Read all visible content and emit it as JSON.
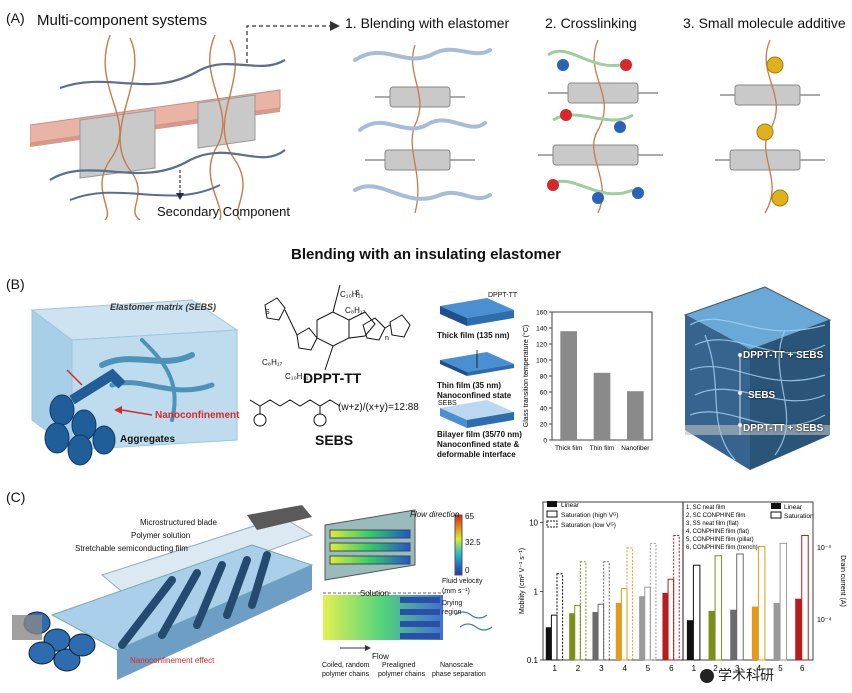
{
  "panelA": {
    "label": "(A)",
    "title": "Multi-component systems",
    "secondary": "Secondary Component",
    "step1": "1. Blending with elastomer",
    "step2": "2. Crosslinking",
    "step3": "3. Small molecule additive"
  },
  "heading": "Blending with an insulating elastomer",
  "panelB": {
    "label": "(B)",
    "matrix": "Elastomer matrix (SEBS)",
    "nanoconfinement": "Nanoconfinement",
    "aggregates": "Aggregates",
    "dppt": "DPPT-TT",
    "sebs": "SEBS",
    "ratio": "(w+z)/(x+y)=12:88",
    "c10": "C₁₀H₂₁",
    "c8": "C₈H₁₇",
    "film_dppt_label": "DPPT-TT",
    "film1": "Thick film (135 nm)",
    "film2a": "Thin film (35 nm)",
    "film2b": "Nanoconfined state",
    "film3_tag": "SEBS",
    "film3a": "Bilayer film (35/70 nm)",
    "film3b": "Nanoconfined state &",
    "film3c": "deformable interface",
    "cube1": "DPPT-TT + SEBS",
    "cube2": "SEBS",
    "cube3": "DPPT-TT + SEBS"
  },
  "panelC": {
    "label": "(C)",
    "blade": "Microstructured blade",
    "solution": "Polymer solution",
    "film": "Stretchable semiconducting film",
    "effect": "Nanoconfinement effect",
    "flowdir": "Flow direction",
    "cb65": "65",
    "cb32": "32.5",
    "cb0": "0",
    "fluid1": "Fluid velocity",
    "fluid2": "(mm s⁻¹)",
    "solution2": "Solution",
    "drying1": "Drying",
    "drying2": "region",
    "flow": "Flow",
    "cap1a": "Coiled, random",
    "cap1b": "polymer chains",
    "cap2a": "Prealigned",
    "cap2b": "polymer chains",
    "cap3a": "Nanoscale",
    "cap3b": "phase separation"
  },
  "watermark": "学术科研",
  "chart_data": [
    {
      "type": "bar",
      "title": "",
      "xlabel": "",
      "ylabel": "Glass transition temperature (°C)",
      "categories": [
        "Thick film",
        "Thin film",
        "Nanofiber"
      ],
      "values": [
        136,
        84,
        61
      ],
      "ylim": [
        0,
        160
      ],
      "yticks": [
        0,
        20,
        40,
        60,
        80,
        100,
        120,
        140,
        160
      ],
      "grid": false,
      "color": "#8a8a8a"
    },
    {
      "type": "bar",
      "title": "",
      "xlabel": "",
      "ylabel": "Mobility (cm² V⁻¹ s⁻¹)",
      "ylabel_right": "Drain current (A)",
      "yscale": "log",
      "ylim": [
        0.1,
        20
      ],
      "ytick_labels": [
        "0.1",
        "1",
        "10"
      ],
      "right_tick_labels": [
        "10⁻⁴",
        "10⁻³"
      ],
      "categories": [
        "1",
        "2",
        "3",
        "4",
        "5",
        "6"
      ],
      "colors": [
        "#111111",
        "#7d8f1a",
        "#6b6b6b",
        "#e39a1e",
        "#9a9a9a",
        "#b71c1c"
      ],
      "legend_left": [
        "Linear",
        "Saturation (high Vᴳ)",
        "Saturation (low Vᴳ)"
      ],
      "legend_mid": [
        "1, SC neat film",
        "2, SC CONPHINE film",
        "3, SS neat film (flat)",
        "4, CONPHINE film (flat)",
        "5, CONPHINE film (pillar)",
        "6, CONPHINE film (trench)"
      ],
      "legend_right": [
        "Linear",
        "Saturation"
      ],
      "series": [
        {
          "name": "Linear",
          "values": [
            0.3,
            0.48,
            0.5,
            0.68,
            0.85,
            0.95
          ]
        },
        {
          "name": "Saturation (high Vᴳ)",
          "values": [
            0.45,
            0.62,
            0.65,
            1.1,
            1.15,
            1.5
          ]
        },
        {
          "name": "Saturation (low Vᴳ)",
          "values": [
            1.8,
            2.7,
            2.7,
            4.3,
            5.0,
            6.5
          ]
        }
      ],
      "series_right": [
        {
          "name": "Linear",
          "values": [
            0.38,
            0.52,
            0.54,
            0.6,
            0.68,
            0.78
          ]
        },
        {
          "name": "Saturation",
          "values": [
            2.4,
            3.3,
            3.5,
            4.5,
            5.0,
            6.5
          ]
        }
      ]
    }
  ]
}
